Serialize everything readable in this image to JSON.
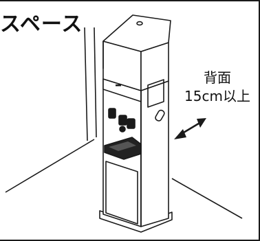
{
  "heading": {
    "title": "スペース"
  },
  "clearance_note": {
    "line1": "背面",
    "line2": "15cm以上"
  },
  "colors": {
    "line": "#1a1a1a",
    "panel": "#ffffff",
    "tray": "#222222"
  },
  "icons": {
    "arrow": "double-headed-arrow-icon"
  }
}
